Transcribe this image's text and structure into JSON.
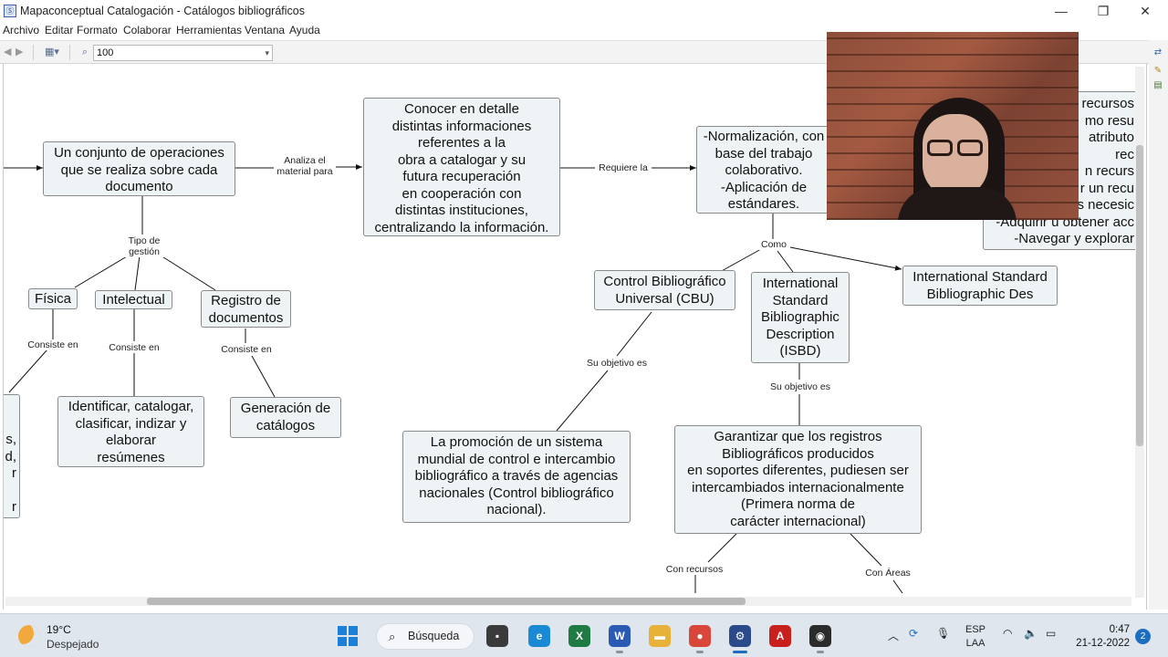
{
  "window": {
    "app_icon": "cmap-icon",
    "title": "Mapaconceptual Catalogación - Catálogos bibliográficos",
    "minimize_glyph": "—",
    "maximize_glyph": "❐",
    "close_glyph": "✕"
  },
  "menu": [
    "Archivo",
    "Editar",
    "Formato",
    "Colaborar",
    "Herramientas",
    "Ventana",
    "Ayuda"
  ],
  "toolbar": {
    "back_glyph": "◀",
    "forward_glyph": "▶",
    "zoom_value": "100"
  },
  "nodes": {
    "conjunto": "Un conjunto de operaciones\nque se realiza sobre cada\ndocumento",
    "conocer": "Conocer en detalle\ndistintas informaciones\nreferentes a la\nobra a catalogar y su\nfutura recuperación\nen cooperación con\ndistintas instituciones,\ncentralizando la información.",
    "normalizacion": "-Normalización, con\nbase del trabajo\ncolaborativo.\n-Aplicación de\nestándares.",
    "recursos": "recursos\nmo resu\natributo\nrec\nn recurs\nr un recu\ns necesic\n-Adquirir u obtener acc\n-Navegar y explorar",
    "fisica": "Física",
    "intelectual": "Intelectual",
    "registro": "Registro de\ndocumentos",
    "cbu": "Control Bibliográfico\nUniversal (CBU)",
    "isbd": "International\nStandard\nBibliographic\nDescription\n(ISBD)",
    "isbd_des": "International Standard\nBibliographic Des",
    "identificar": "Identificar, catalogar,\nclasificar, indizar y\nelaborar\nresúmenes",
    "generacion": "Generación de\ncatálogos",
    "promocion": "La promoción de un sistema\nmundial de control e intercambio\nbibliográfico a través de agencias\nnacionales (Control bibliográfico\nnacional).",
    "garantizar": "Garantizar que los registros\nBibliográficos producidos\nen soportes diferentes, pudiesen ser\nintercambiados internacionalmente\n(Primera norma  de\ncarácter internacional)",
    "left_cut": "s,\nd,\nr\n\nr"
  },
  "links": {
    "analiza": "Analiza el\nmaterial para",
    "requiere": "Requiere la",
    "como": "Como",
    "tipo": "Tipo de\ngestión",
    "consiste1": "Consiste en",
    "consiste2": "Consiste en",
    "consiste3": "Consiste en",
    "objetivo1": "Su objetivo es",
    "objetivo2": "Su objetivo es",
    "con_recursos": "Con recursos",
    "con_areas": "Con Áreas"
  },
  "taskbar": {
    "weather_temp": "19°C",
    "weather_desc": "Despejado",
    "search_label": "Búsqueda",
    "lang_top": "ESP",
    "lang_bottom": "LAA",
    "time": "0:47",
    "date": "21-12-2022",
    "notifications": "2",
    "apps": [
      {
        "name": "file-manager",
        "glyph": "▪",
        "color": "#3a3a3a"
      },
      {
        "name": "edge",
        "glyph": "e",
        "color": "#1a8ad4"
      },
      {
        "name": "excel",
        "glyph": "X",
        "color": "#1f7a44"
      },
      {
        "name": "word",
        "glyph": "W",
        "color": "#2b5ab5"
      },
      {
        "name": "folder",
        "glyph": "▬",
        "color": "#e8b23a"
      },
      {
        "name": "chrome",
        "glyph": "●",
        "color": "#d9473a"
      },
      {
        "name": "cmaptools",
        "glyph": "⚙",
        "color": "#2a4a8a"
      },
      {
        "name": "acrobat",
        "glyph": "A",
        "color": "#c8201c"
      },
      {
        "name": "obs-recorder",
        "glyph": "◉",
        "color": "#2b2b2b"
      }
    ]
  }
}
